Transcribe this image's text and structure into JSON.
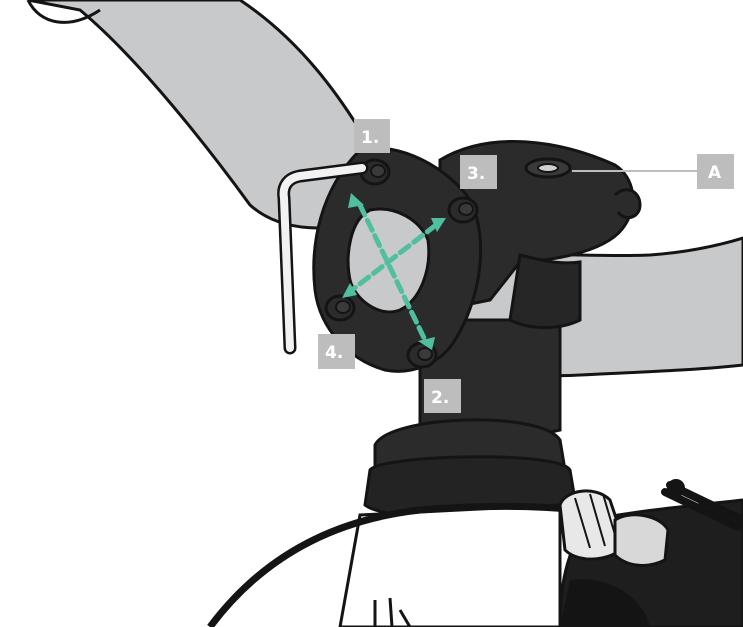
{
  "labels": {
    "bolt_1": "1.",
    "bolt_2": "2.",
    "bolt_3": "3.",
    "bolt_4": "4.",
    "callout_a": "A"
  },
  "colors": {
    "handlebar": "#c8c9cb",
    "stem": "#2b2b2b",
    "arrow": "#4fbfa0",
    "label_bg": "#bdbdbd",
    "outline": "#141414"
  }
}
